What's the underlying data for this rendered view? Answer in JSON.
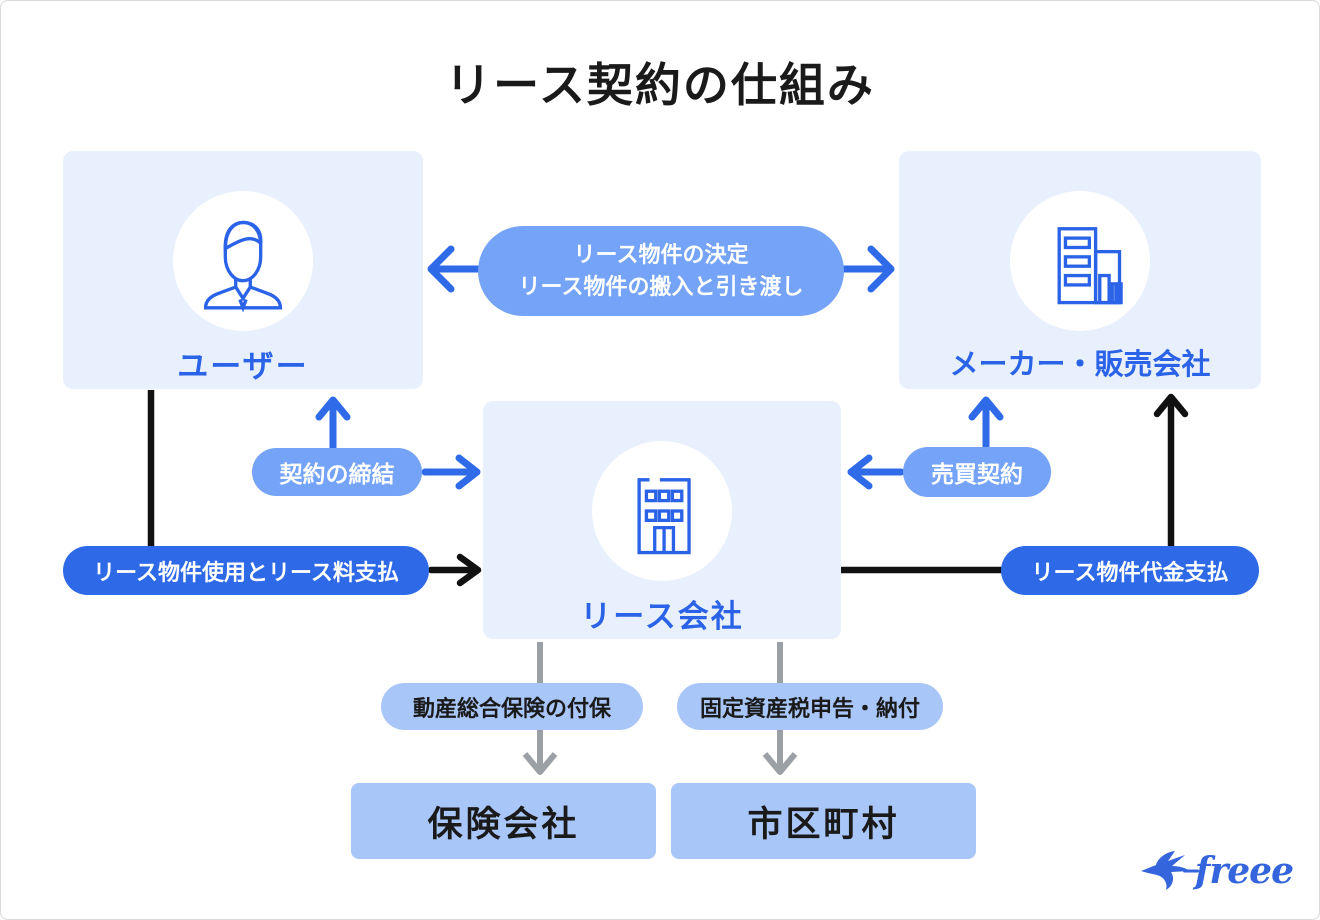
{
  "title": "リース契約の仕組み",
  "boxes": {
    "user": "ユーザー",
    "maker": "メーカー・販売会社",
    "lease": "リース会社",
    "insurance": "保険会社",
    "municipality": "市区町村"
  },
  "labels": {
    "decide_line1": "リース物件の決定",
    "decide_line2": "リース物件の搬入と引き渡し",
    "contract": "契約の締結",
    "sales": "売買契約",
    "use_pay": "リース物件使用とリース料支払",
    "price_pay": "リース物件代金支払",
    "insurance_flow": "動産総合保険の付保",
    "tax_flow": "固定資産税申告・納付"
  },
  "logo": {
    "text": "freee"
  },
  "colors": {
    "primary_blue": "#2b63e8",
    "arrow_blue": "#2f6be9",
    "pill_medium_blue": "#74a3f7",
    "pill_strong_blue": "#2e6ae8",
    "pill_light_blue": "#a9c6f8",
    "panel_light_blue": "#e9f0fd",
    "arrow_black": "#111111",
    "arrow_gray": "#9aa0a6",
    "logo_blue": "#3565dc"
  }
}
